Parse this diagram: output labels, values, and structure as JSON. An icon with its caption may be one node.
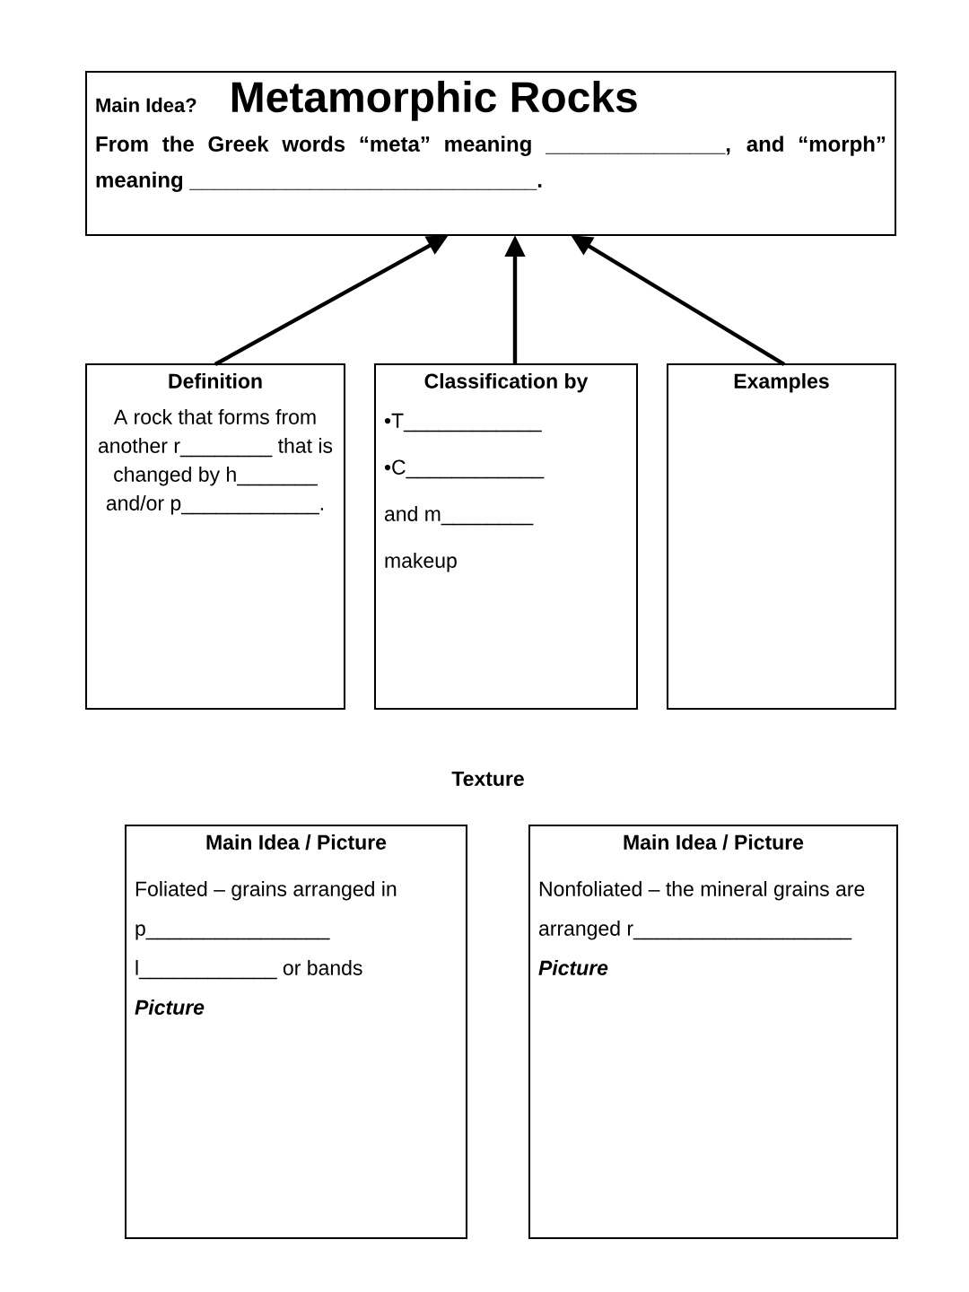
{
  "diagram": {
    "nodes": [
      {
        "text": [
          "Main Idea?",
          "Metamorphic Rocks",
          "From the Greek words “meta” meaning _______________, and “morph” meaning _____________________________."
        ]
      },
      {
        "text": [
          "Definition",
          "A rock that forms from another r________ that is changed by h_______ and/or p____________."
        ]
      },
      {
        "text": [
          "Classification by",
          "•T____________",
          "•C____________",
          "and m________",
          "makeup"
        ]
      },
      {
        "text": [
          "Examples"
        ]
      },
      {
        "text": [
          "Main Idea / Picture",
          "Foliated – grains arranged in p________________ l____________ or bands",
          "Picture"
        ]
      },
      {
        "text": [
          "Main Idea / Picture",
          "Nonfoliated – the mineral grains are arranged r___________________",
          "Picture"
        ]
      }
    ],
    "edges": [
      {
        "from": 1,
        "to": 0,
        "arrow": "to"
      },
      {
        "from": 2,
        "to": 0,
        "arrow": "to"
      },
      {
        "from": 3,
        "to": 0,
        "arrow": "to"
      }
    ],
    "labels": [
      "Texture"
    ]
  }
}
